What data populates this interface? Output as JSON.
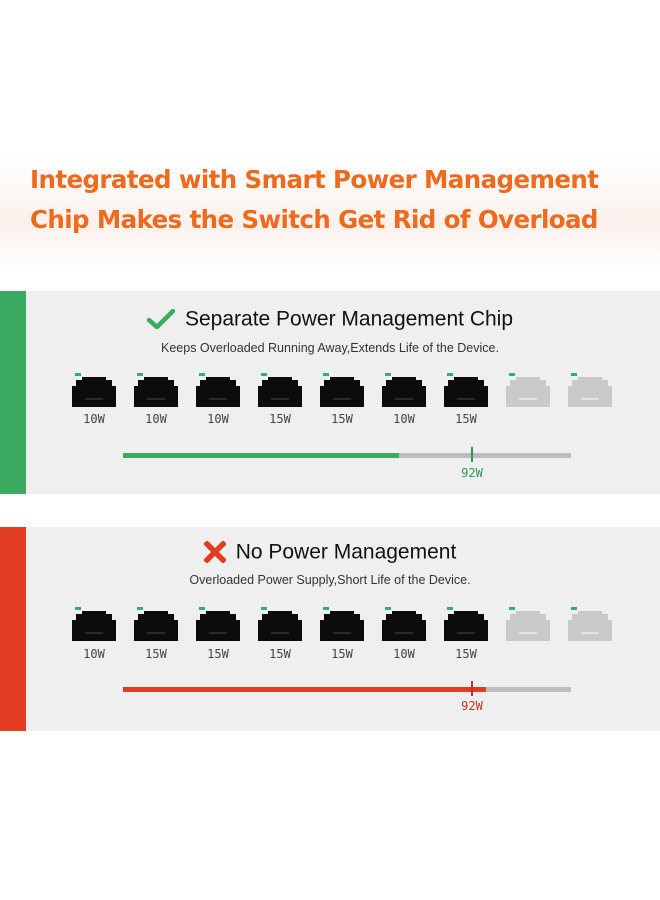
{
  "headline": {
    "line1": "Integrated with Smart Power Management",
    "line2": "Chip Makes the Switch Get Rid of Overload",
    "color": "#ef6a1f"
  },
  "panels": [
    {
      "status_icon": "check-icon",
      "accent_color": "#3daa62",
      "title": "Separate Power Management Chip",
      "subtitle": "Keeps Overloaded Running Away,Extends Life of the Device.",
      "ports": [
        {
          "label": "10W",
          "active": true
        },
        {
          "label": "10W",
          "active": true
        },
        {
          "label": "10W",
          "active": true
        },
        {
          "label": "15W",
          "active": true
        },
        {
          "label": "15W",
          "active": true
        },
        {
          "label": "10W",
          "active": true
        },
        {
          "label": "15W",
          "active": true
        },
        {
          "label": "",
          "active": false
        },
        {
          "label": "",
          "active": false
        }
      ],
      "load_fraction": 0.615,
      "limit_fraction": 0.78,
      "limit_label": "92W",
      "limit_color": "#2e9a55"
    },
    {
      "status_icon": "cross-icon",
      "accent_color": "#e23c22",
      "title": "No Power Management",
      "subtitle": "Overloaded Power Supply,Short Life of the Device.",
      "ports": [
        {
          "label": "10W",
          "active": true
        },
        {
          "label": "15W",
          "active": true
        },
        {
          "label": "15W",
          "active": true
        },
        {
          "label": "15W",
          "active": true
        },
        {
          "label": "15W",
          "active": true
        },
        {
          "label": "10W",
          "active": true
        },
        {
          "label": "15W",
          "active": true
        },
        {
          "label": "",
          "active": false
        },
        {
          "label": "",
          "active": false
        }
      ],
      "load_fraction": 0.81,
      "limit_fraction": 0.78,
      "limit_label": "92W",
      "limit_color": "#c0381e"
    }
  ]
}
